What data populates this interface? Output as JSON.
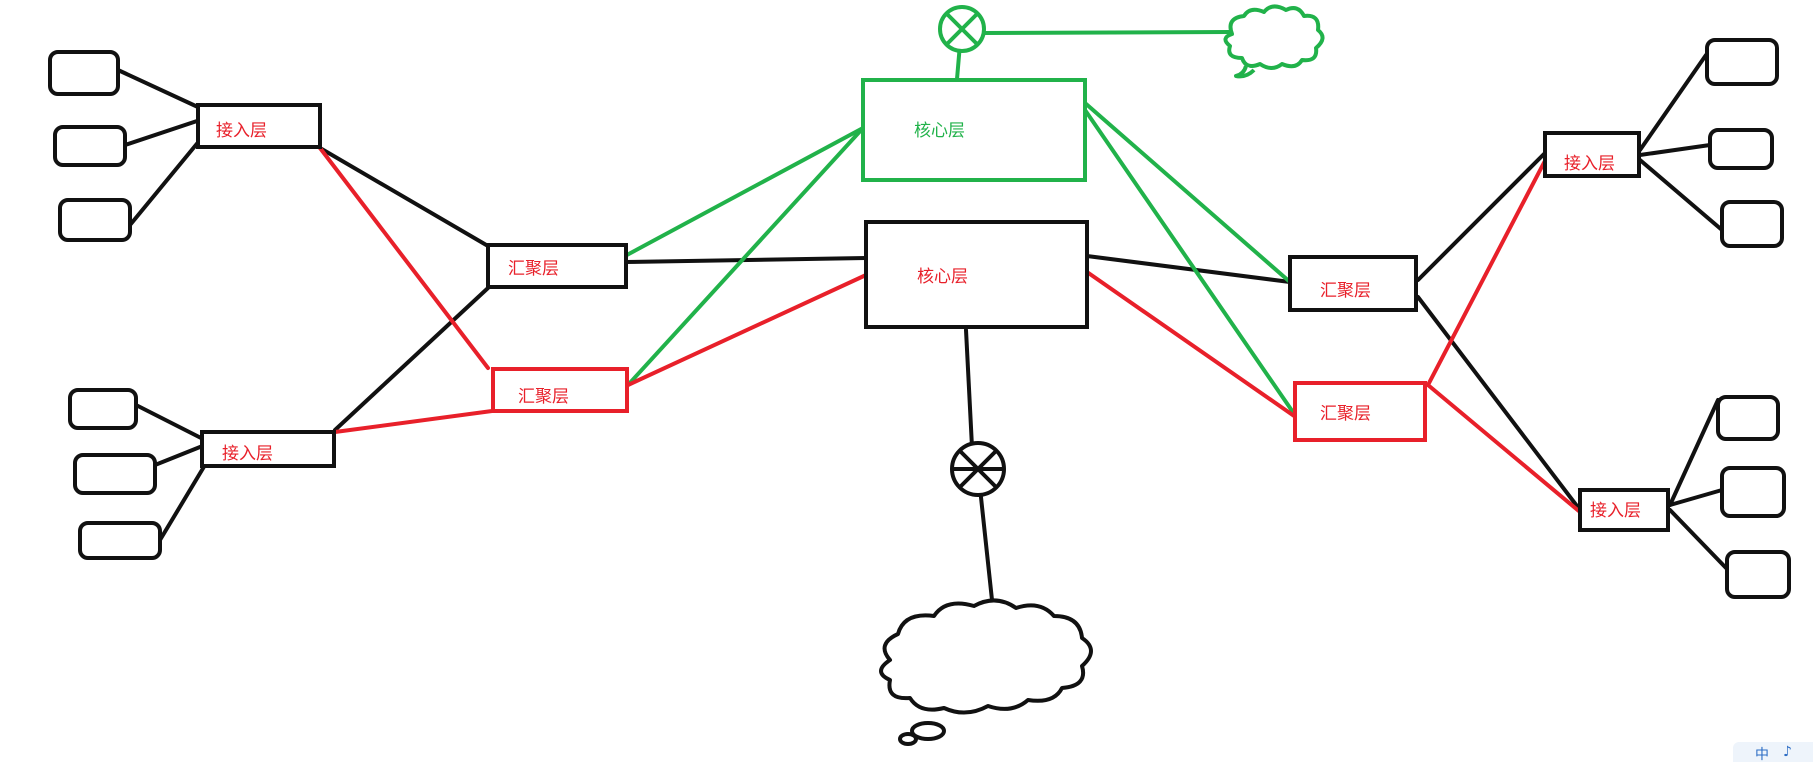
{
  "colors": {
    "black": "#111111",
    "red": "#e8202a",
    "green": "#21b24a"
  },
  "labels": {
    "core_primary": "核心层",
    "core_secondary": "核心层",
    "agg_left_primary": "汇聚层",
    "agg_left_secondary": "汇聚层",
    "agg_right_primary": "汇聚层",
    "agg_right_secondary": "汇聚层",
    "access_left_top": "接入层",
    "access_left_bottom": "接入层",
    "access_right_top": "接入层",
    "access_right_bottom": "接入层"
  },
  "icons": {
    "router": "router-x-circle-icon",
    "cloud": "cloud-icon"
  },
  "ime_indicator": {
    "text": "中",
    "extra": "♪"
  }
}
